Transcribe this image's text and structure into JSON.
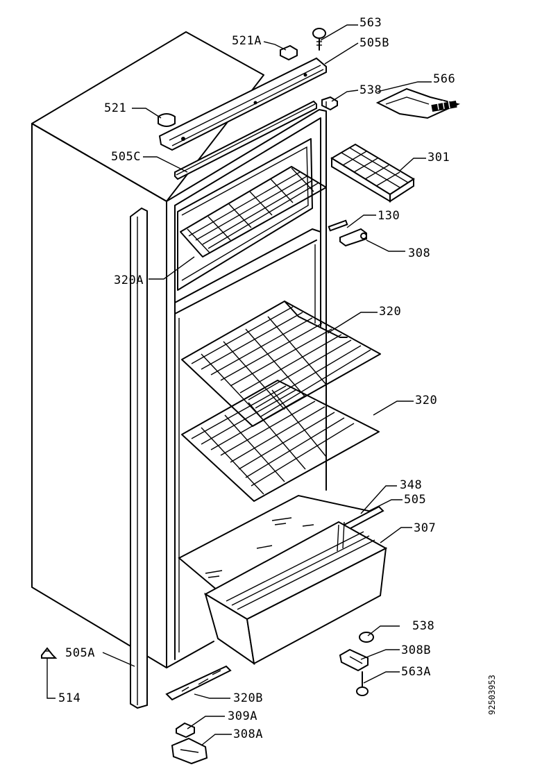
{
  "callouts": [
    {
      "id": "563",
      "text": "563"
    },
    {
      "id": "521A",
      "text": "521A"
    },
    {
      "id": "505B",
      "text": "505B"
    },
    {
      "id": "566",
      "text": "566"
    },
    {
      "id": "538a",
      "text": "538"
    },
    {
      "id": "521",
      "text": "521"
    },
    {
      "id": "505C",
      "text": "505C"
    },
    {
      "id": "301",
      "text": "301"
    },
    {
      "id": "130",
      "text": "130"
    },
    {
      "id": "308",
      "text": "308"
    },
    {
      "id": "320A",
      "text": "320A"
    },
    {
      "id": "320a",
      "text": "320"
    },
    {
      "id": "320b",
      "text": "320"
    },
    {
      "id": "348",
      "text": "348"
    },
    {
      "id": "505",
      "text": "505"
    },
    {
      "id": "307",
      "text": "307"
    },
    {
      "id": "538b",
      "text": "538"
    },
    {
      "id": "308B",
      "text": "308B"
    },
    {
      "id": "563A",
      "text": "563A"
    },
    {
      "id": "505A",
      "text": "505A"
    },
    {
      "id": "514",
      "text": "514"
    },
    {
      "id": "320B",
      "text": "320B"
    },
    {
      "id": "309A",
      "text": "309A"
    },
    {
      "id": "308A",
      "text": "308A"
    }
  ],
  "document_number": "92503953"
}
